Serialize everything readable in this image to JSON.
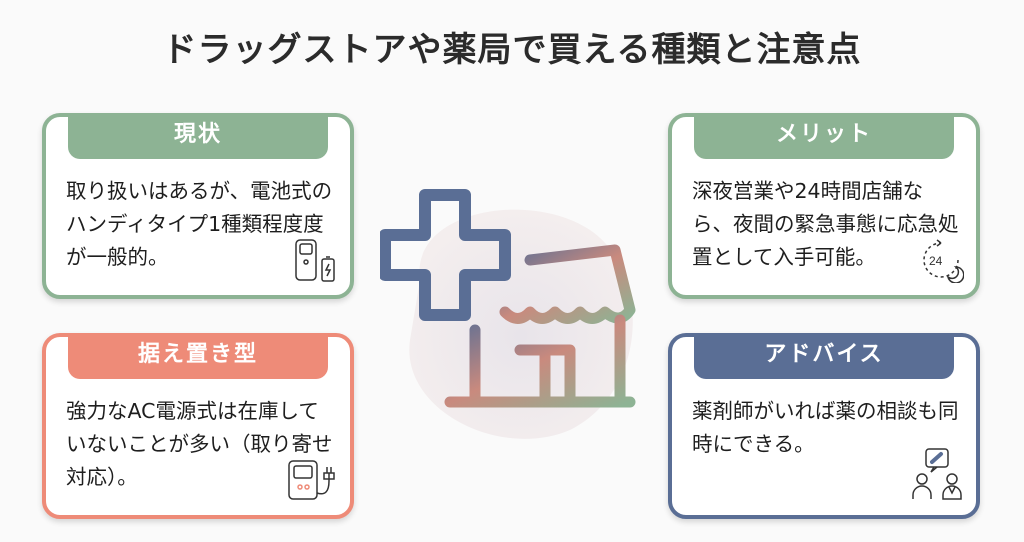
{
  "title": "ドラッグストアや薬局で買える種類と注意点",
  "colors": {
    "green": "#8db394",
    "salmon": "#ee8b78",
    "blue": "#5a6e95"
  },
  "cards": [
    {
      "heading": "現状",
      "text": "取り扱いはあるが、電池式のハンディタイプ1種類程度度が一般的。",
      "icon": "handheld-battery-icon"
    },
    {
      "heading": "据え置き型",
      "text": "強力なAC電源式は在庫していないことが多い（取り寄せ対応）。",
      "icon": "plug-device-icon"
    },
    {
      "heading": "メリット",
      "text": "深夜営業や24時間店舗なら、夜間の緊急事態に応急処置として入手可能。",
      "icon": "24-hour-clock-icon",
      "icon_text": "24"
    },
    {
      "heading": "アドバイス",
      "text": "薬剤師がいれば薬の相談も同時にできる。",
      "icon": "pharmacist-consultation-icon"
    }
  ]
}
